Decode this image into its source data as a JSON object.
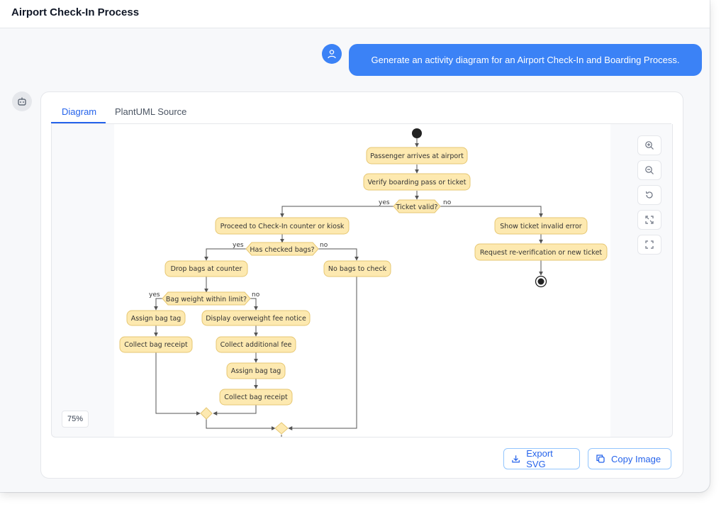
{
  "window": {
    "title": "Airport Check-In Process"
  },
  "chat": {
    "user_message": "Generate an activity diagram for an Airport Check-In and Boarding Process."
  },
  "tabs": [
    {
      "label": "Diagram",
      "active": true
    },
    {
      "label": "PlantUML Source",
      "active": false
    }
  ],
  "diagram": {
    "zoom": "75%",
    "controls": [
      "zoom-in-icon",
      "zoom-out-icon",
      "reset-icon",
      "fit-icon",
      "fullscreen-icon"
    ],
    "nodes": {
      "arrive": "Passenger arrives at airport",
      "verify": "Verify boarding pass or ticket",
      "ticket_valid": "Ticket valid?",
      "proceed": "Proceed to Check-In counter or kiosk",
      "invalid": "Show ticket invalid error",
      "reverify": "Request re-verification or new ticket",
      "has_bags": "Has checked bags?",
      "drop_bags": "Drop bags at counter",
      "no_bags": "No bags to check",
      "weight_ok": "Bag weight within limit?",
      "assign_tag_1": "Assign bag tag",
      "overweight": "Display overweight fee notice",
      "receipt_1": "Collect bag receipt",
      "collect_fee": "Collect additional fee",
      "assign_tag_2": "Assign bag tag",
      "receipt_2": "Collect bag receipt"
    },
    "branch_labels": {
      "yes": "yes",
      "no": "no"
    },
    "colors": {
      "node_fill": "#fde9b0",
      "node_stroke": "#e6c773",
      "edge": "#555555"
    }
  },
  "actions": {
    "export_svg": "Export SVG",
    "copy_image": "Copy Image"
  },
  "colors": {
    "accent": "#3b82f6",
    "link": "#2563eb"
  }
}
